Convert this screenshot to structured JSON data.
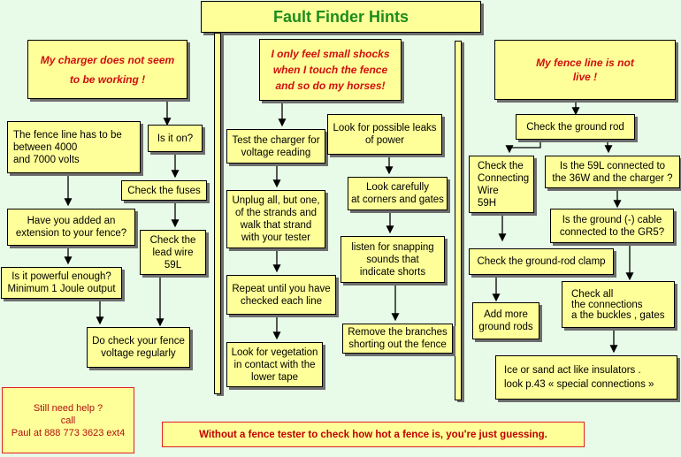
{
  "title": "Fault Finder  Hints",
  "columns": {
    "charger": {
      "header": "My charger does not seem\nto be working  !",
      "fence_line_volts": "The fence line  has to be\nbetween 4000\nand 7000 volts",
      "is_it_on": "Is it on?",
      "check_fuses": "Check the fuses",
      "added_extension": "Have you added an\nextension to your fence?",
      "check_lead_wire": "Check the\nlead wire\n59L",
      "powerful_enough": "Is it powerful enough?\nMinimum 1  Joule output",
      "check_voltage": "Do check your fence\nvoltage regularly"
    },
    "shocks": {
      "header": "I only feel small shocks\nwhen  I touch the fence\nand so do my horses!",
      "test_charger": "Test the charger for\nvoltage reading",
      "leaks": "Look for possible leaks\nof power",
      "unplug": "Unplug all, but one,\nof the strands and\nwalk  that strand\nwith your tester",
      "corners": "Look carefully\nat corners and gates",
      "snapping": "listen for snapping\nsounds that\nindicate shorts",
      "repeat": "Repeat until you have\nchecked each line",
      "remove_branches": "Remove the branches\nshorting out the fence",
      "vegetation": "Look for vegetation\nin contact with the\nlower tape"
    },
    "not_live": {
      "header": "My fence  line is not\nlive !",
      "ground_rod": "Check  the ground rod",
      "connecting_wire": "Check the\nConnecting\nWire\n  59H",
      "59l_connected": "Is the 59L connected  to\nthe 36W and the charger ?",
      "ground_cable": "Is the  ground (-)  cable\nconnected  to the GR5?",
      "ground_rod_clamp": "Check the ground-rod clamp",
      "more_rods": "Add more\nground rods",
      "connections": "Check all\nthe connections\n a the buckles , gates",
      "insulators": "Ice or sand act like insulators .\nlook p.43 « special connections »"
    }
  },
  "help": "Still need  help ?\ncall\nPaul at 888 773 3623 ext4",
  "footer": "Without a fence  tester  to check  how hot a fence is, you're just guessing."
}
